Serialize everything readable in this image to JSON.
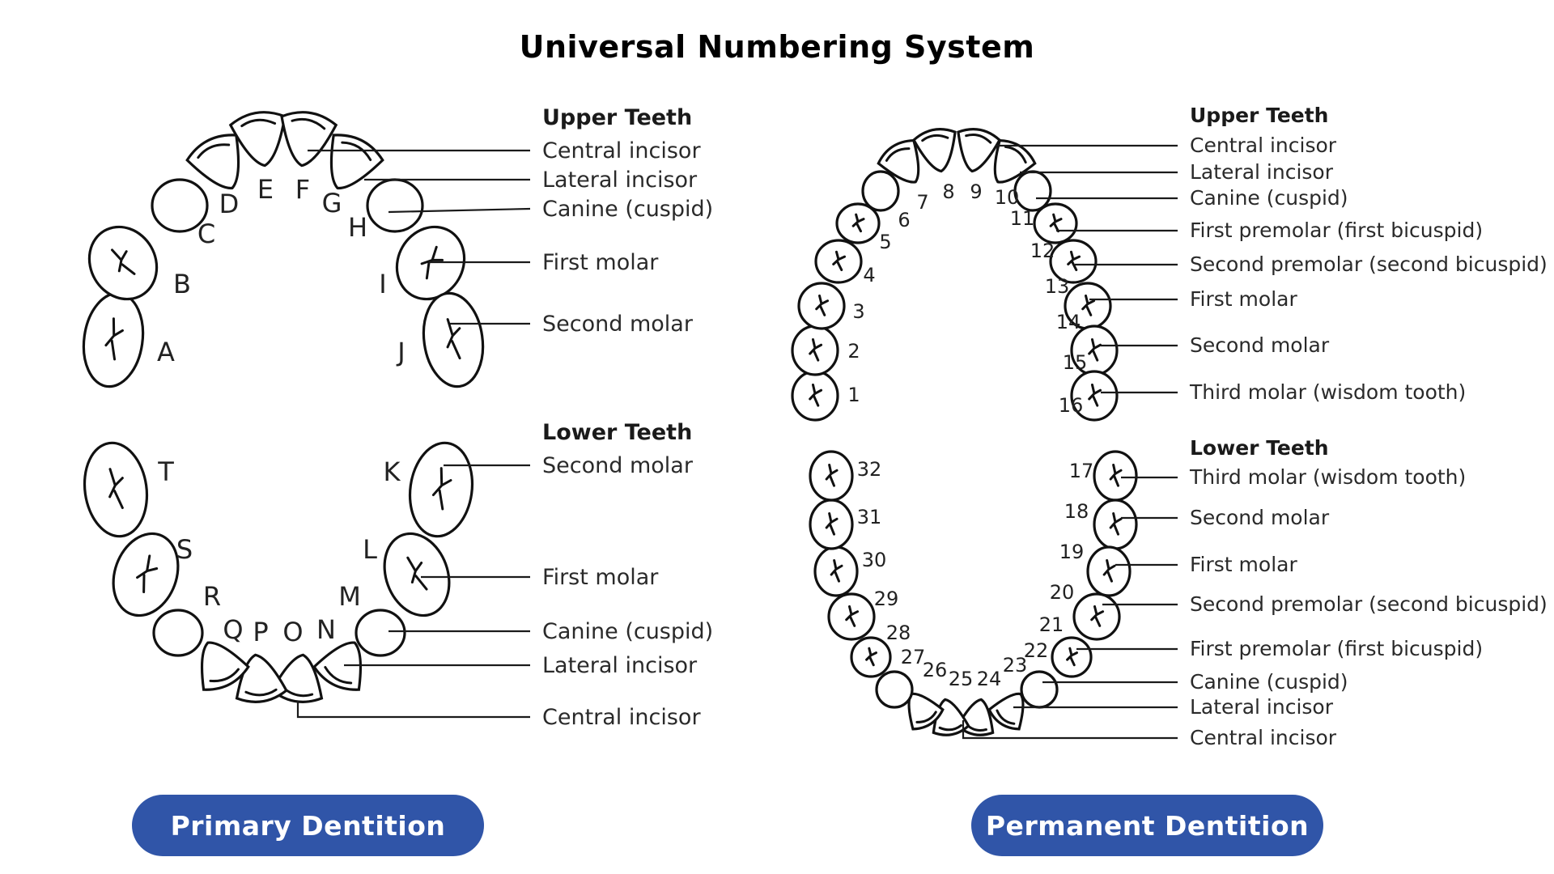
{
  "title": "Universal Numbering System",
  "primary": {
    "button_label": "Primary Dentition",
    "upper_heading": "Upper Teeth",
    "lower_heading": "Lower Teeth",
    "upper_labels": [
      "A",
      "B",
      "C",
      "D",
      "E",
      "F",
      "G",
      "H",
      "I",
      "J"
    ],
    "lower_labels": [
      "K",
      "L",
      "M",
      "N",
      "O",
      "P",
      "Q",
      "R",
      "S",
      "T"
    ],
    "upper_legend": [
      "Central incisor",
      "Lateral incisor",
      "Canine (cuspid)",
      "First molar",
      "Second molar"
    ],
    "lower_legend": [
      "Second molar",
      "First molar",
      "Canine (cuspid)",
      "Lateral incisor",
      "Central incisor"
    ]
  },
  "permanent": {
    "button_label": "Permanent Dentition",
    "upper_heading": "Upper Teeth",
    "lower_heading": "Lower Teeth",
    "upper_numbers": [
      "1",
      "2",
      "3",
      "4",
      "5",
      "6",
      "7",
      "8",
      "9",
      "10",
      "11",
      "12",
      "13",
      "14",
      "15",
      "16"
    ],
    "lower_numbers": [
      "17",
      "18",
      "19",
      "20",
      "21",
      "22",
      "23",
      "24",
      "25",
      "26",
      "27",
      "28",
      "29",
      "30",
      "31",
      "32"
    ],
    "upper_legend": [
      "Central incisor",
      "Lateral incisor",
      "Canine (cuspid)",
      "First premolar (first bicuspid)",
      "Second premolar (second bicuspid)",
      "First molar",
      "Second molar",
      "Third molar (wisdom tooth)"
    ],
    "lower_legend": [
      "Third molar (wisdom tooth)",
      "Second molar",
      "First molar",
      "Second premolar (second bicuspid)",
      "First premolar (first bicuspid)",
      "Canine (cuspid)",
      "Lateral incisor",
      "Central incisor"
    ]
  }
}
